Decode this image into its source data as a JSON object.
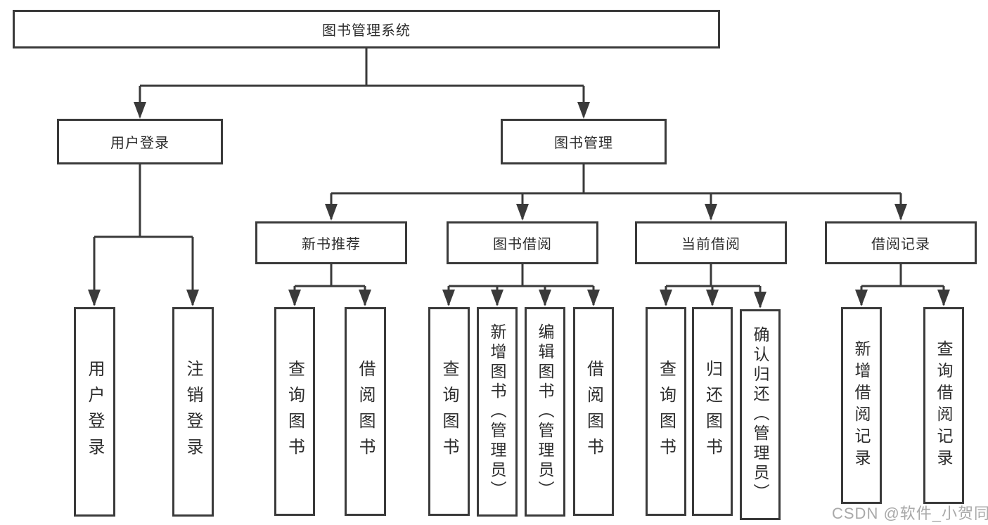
{
  "tree": {
    "label": "图书管理系统",
    "children": [
      {
        "label": "用户登录",
        "children": [
          {
            "label": "用户登录"
          },
          {
            "label": "注销登录"
          }
        ]
      },
      {
        "label": "图书管理",
        "children": [
          {
            "label": "新书推荐",
            "children": [
              {
                "label": "查询图书"
              },
              {
                "label": "借阅图书"
              }
            ]
          },
          {
            "label": "图书借阅",
            "children": [
              {
                "label": "查询图书"
              },
              {
                "label": "新增图书（管理员）"
              },
              {
                "label": "编辑图书（管理员）"
              },
              {
                "label": "借阅图书"
              }
            ]
          },
          {
            "label": "当前借阅",
            "children": [
              {
                "label": "查询图书"
              },
              {
                "label": "归还图书"
              },
              {
                "label": "确认归还（管理员）"
              }
            ]
          },
          {
            "label": "借阅记录",
            "children": [
              {
                "label": "新增借阅记录"
              },
              {
                "label": "查询借阅记录"
              }
            ]
          }
        ]
      }
    ]
  },
  "watermark": {
    "text": "CSDN @软件_小贺同学"
  },
  "colors": {
    "line": "#3a3a3a",
    "box_border": "#3a3a3a",
    "box_fill": "#ffffff",
    "text": "#2d2d2d",
    "background": "#ffffff",
    "watermark": "#a9a9a9"
  }
}
